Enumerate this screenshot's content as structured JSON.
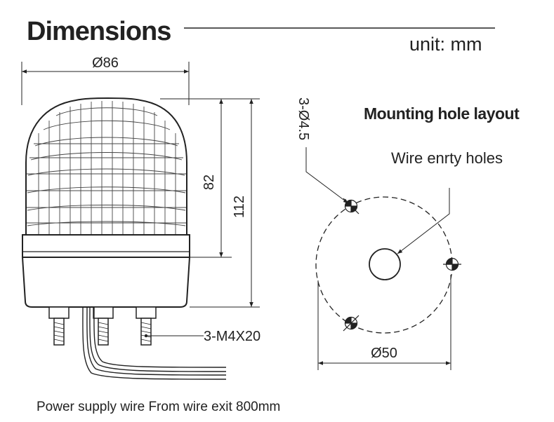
{
  "header": {
    "title": "Dimensions",
    "unit": "unit: mm"
  },
  "side_view": {
    "diameter": "Ø86",
    "lens_height": "82",
    "total_height": "112",
    "bolts": "3-M4X20",
    "wire_note": "Power supply wire From wire exit 800mm"
  },
  "mounting": {
    "title": "Mounting hole layout",
    "holes": "3-Ø4.5",
    "wire_holes": "Wire enrty holes",
    "pcd": "Ø50"
  }
}
